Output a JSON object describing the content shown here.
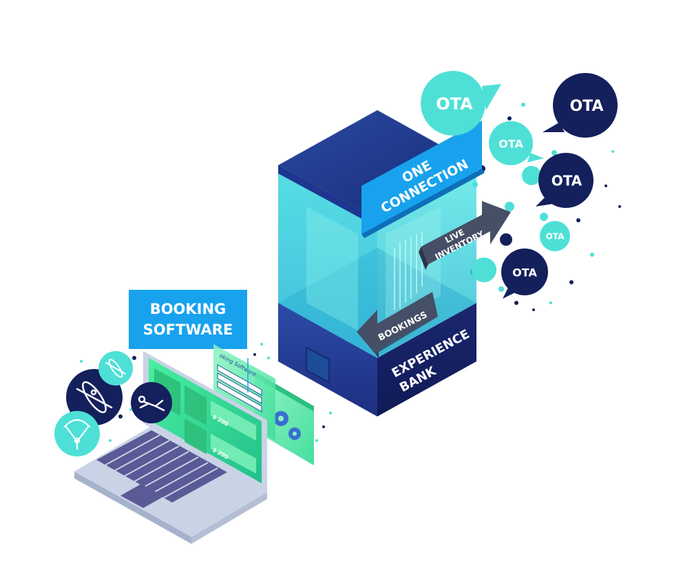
{
  "labels": {
    "booking_software_line1": "BOOKING",
    "booking_software_line2": "SOFTWARE",
    "one_connection_line1": "ONE",
    "one_connection_line2": "CONNECTION",
    "live_inventory_line1": "LIVE",
    "live_inventory_line2": "INVENTORY",
    "bookings": "BOOKINGS",
    "experience_bank_line1": "EXPERIENCE",
    "experience_bank_line2": "BANK",
    "screen_window_title": "oking Software",
    "price_1": "$ 200",
    "price_2": "$ 200"
  },
  "ota_bubbles": [
    {
      "text": "OTA",
      "style": "light"
    },
    {
      "text": "OTA",
      "style": "dark"
    },
    {
      "text": "OTA",
      "style": "light"
    },
    {
      "text": "OTA",
      "style": "dark"
    },
    {
      "text": "OTA",
      "style": "light"
    },
    {
      "text": "OTA",
      "style": "dark"
    }
  ],
  "activity_icons": [
    "kayak-icon",
    "diver-icon",
    "paraglider-icon",
    "small-kayak-icon"
  ],
  "colors": {
    "navy": "#14205c",
    "blue": "#1aa0ec",
    "teal": "#4ee0d6",
    "green": "#3ee89a",
    "laptop_gray": "#c9d3e6",
    "key_purple": "#5a5a96"
  }
}
